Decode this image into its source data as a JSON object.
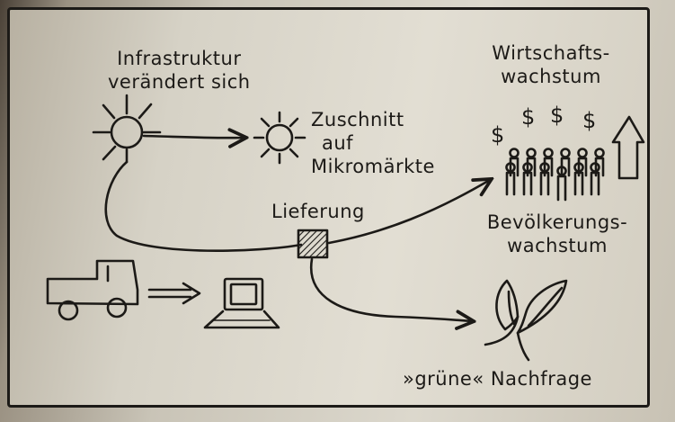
{
  "labels": {
    "infrastructure": [
      "Infrastruktur",
      "verändert sich"
    ],
    "tailoring": [
      "Zuschnitt",
      "auf",
      "Mikromärkte"
    ],
    "economic_growth": [
      "Wirtschafts-",
      "wachstum"
    ],
    "population_growth": [
      "Bevölkerungs-",
      "wachstum"
    ],
    "delivery": "Lieferung",
    "green_demand": "»grüne« Nachfrage"
  },
  "dollar_sign": "$",
  "icons": [
    "sun-icon",
    "sun-icon",
    "dollar-icon",
    "people-icon",
    "up-arrow-icon",
    "box-icon",
    "truck-icon",
    "laptop-icon",
    "leaves-icon"
  ],
  "colors": {
    "ink": "#1c1a17",
    "paper": "#dcd8cd"
  }
}
